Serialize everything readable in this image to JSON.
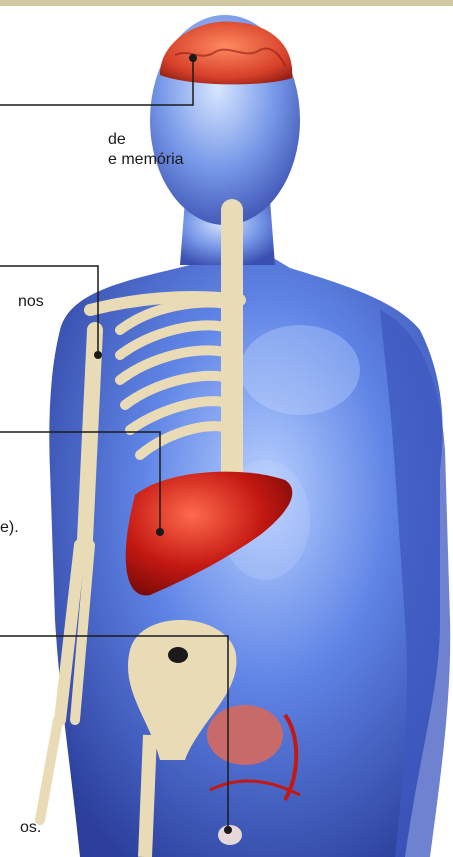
{
  "labels": {
    "brain": "de\ne memória",
    "skeleton": "nos",
    "liver": "e).",
    "pelvis": "os."
  },
  "colors": {
    "body_blue": "#4a6fd8",
    "body_highlight": "#a9c4f5",
    "bone": "#e9dbb6",
    "liver_red": "#c41812",
    "brain_red": "#d6402a",
    "header_bar": "#cfc8a0"
  }
}
